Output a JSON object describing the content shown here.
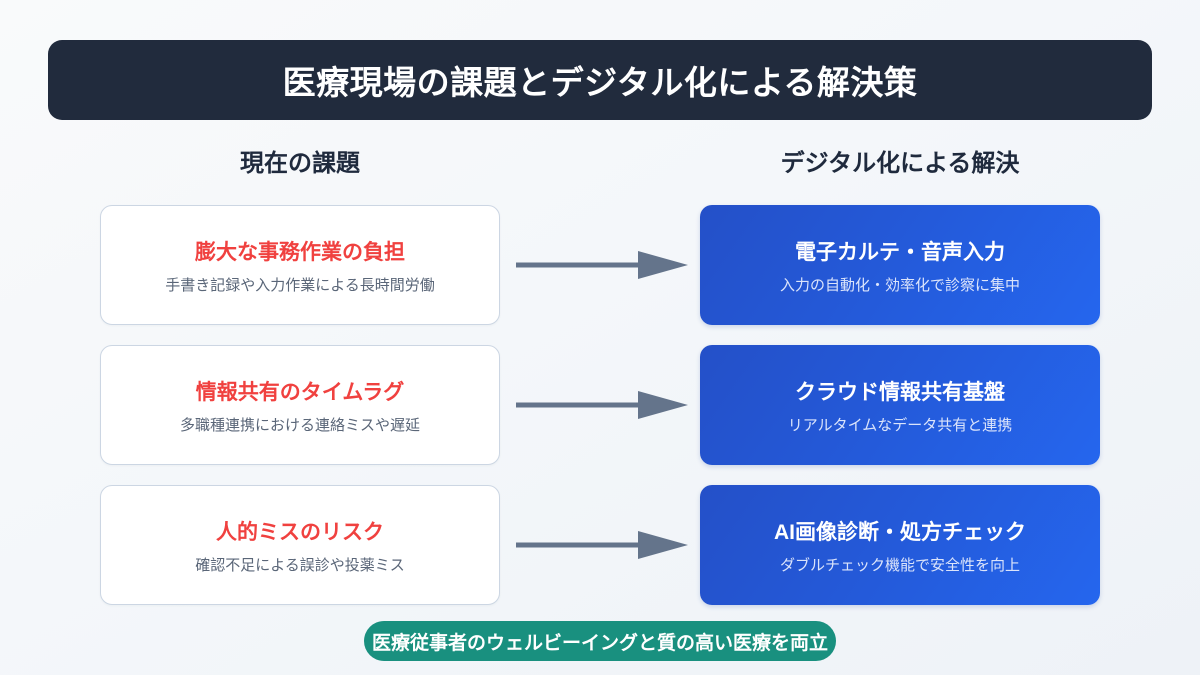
{
  "header": {
    "title": "医療現場の課題とデジタル化による解決策"
  },
  "columns": {
    "left_header": "現在の課題",
    "right_header": "デジタル化による解決"
  },
  "rows": [
    {
      "problem": {
        "title": "膨大な事務作業の負担",
        "description": "手書き記録や入力作業による長時間労働"
      },
      "arrow": "arrow-right-icon",
      "solution": {
        "title": "電子カルテ・音声入力",
        "description": "入力の自動化・効率化で診察に集中"
      }
    },
    {
      "problem": {
        "title": "情報共有のタイムラグ",
        "description": "多職種連携における連絡ミスや遅延"
      },
      "arrow": "arrow-right-icon",
      "solution": {
        "title": "クラウド情報共有基盤",
        "description": "リアルタイムなデータ共有と連携"
      }
    },
    {
      "problem": {
        "title": "人的ミスのリスク",
        "description": "確認不足による誤診や投薬ミス"
      },
      "arrow": "arrow-right-icon",
      "solution": {
        "title": "AI画像診断・処方チェック",
        "description": "ダブルチェック機能で安全性を向上"
      }
    }
  ],
  "footer": {
    "banner_text": "医療従事者のウェルビーイングと質の高い医療を両立"
  },
  "colors": {
    "title_bar": "#212b3d",
    "problem_title": "#f0413f",
    "solution_card": "#2563eb",
    "arrow": "#64748b",
    "banner": "#19907f",
    "background": "#f4f7fa"
  }
}
